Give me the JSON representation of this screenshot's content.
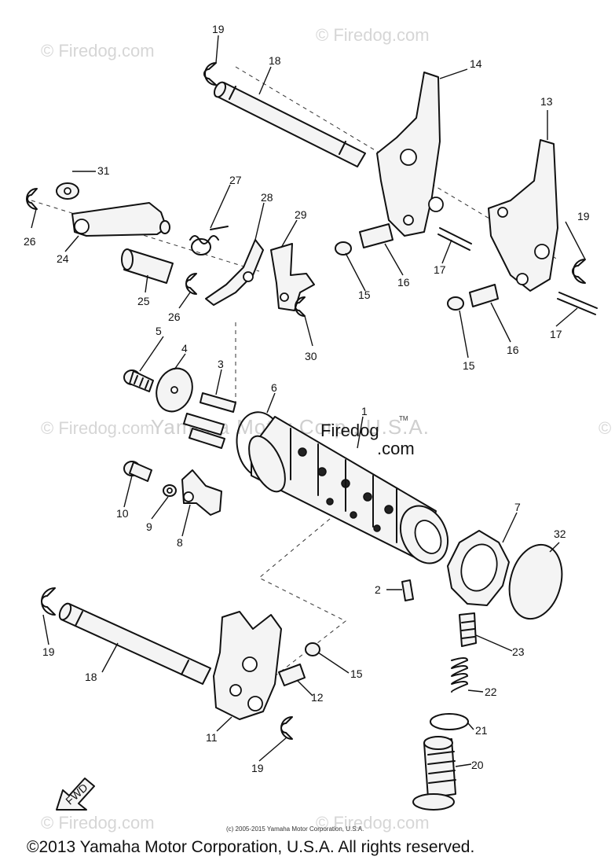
{
  "watermarks": {
    "firedog": "© Firedog.com",
    "center": "Yamaha Motor Corp., U.S.A."
  },
  "brand": {
    "name": "Firedog",
    "suffix": ".com",
    "tm": "TM"
  },
  "fwd_label": "FWD",
  "small_credit": "(c) 2005-2015 Yamaha Motor Corporation, U.S.A.",
  "copyright": "©2013 Yamaha Motor Corporation, U.S.A. All rights reserved.",
  "callouts": {
    "n1": "1",
    "n2": "2",
    "n3": "3",
    "n4": "4",
    "n5": "5",
    "n6": "6",
    "n7": "7",
    "n8": "8",
    "n9": "9",
    "n10": "10",
    "n11": "11",
    "n12": "12",
    "n13": "13",
    "n14": "14",
    "n15a": "15",
    "n15b": "15",
    "n15c": "15",
    "n16a": "16",
    "n16b": "16",
    "n17a": "17",
    "n17b": "17",
    "n18a": "18",
    "n18b": "18",
    "n19a": "19",
    "n19b": "19",
    "n19c": "19",
    "n19d": "19",
    "n20": "20",
    "n21": "21",
    "n22": "22",
    "n23": "23",
    "n24": "24",
    "n25": "25",
    "n26a": "26",
    "n26b": "26",
    "n27": "27",
    "n28": "28",
    "n29": "29",
    "n30": "30",
    "n31": "31",
    "n32": "32"
  }
}
